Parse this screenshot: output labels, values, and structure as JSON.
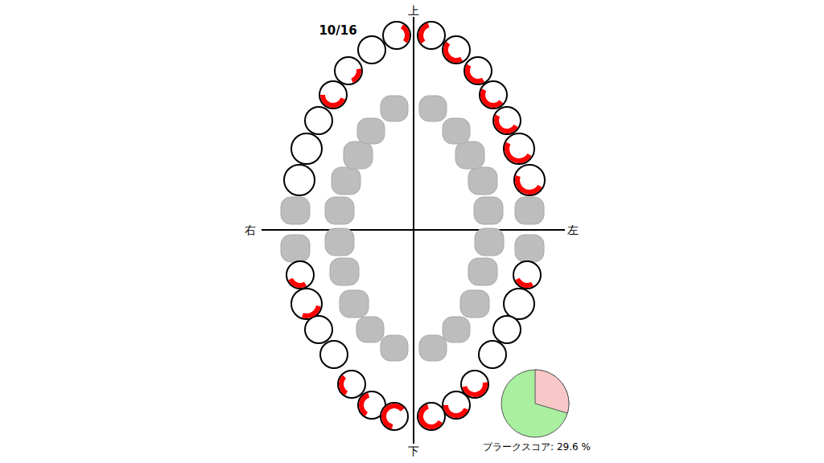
{
  "diagram": {
    "labels": [
      "10/16",
      "上",
      "下",
      "右",
      "左",
      "プラークスコア: 29.6 %"
    ]
  }
}
